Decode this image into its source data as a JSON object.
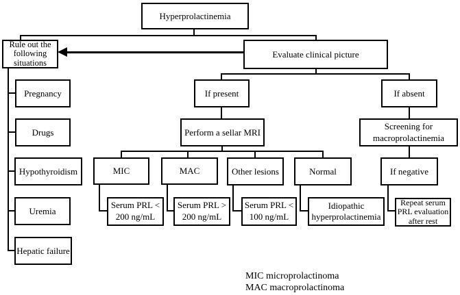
{
  "diagram": {
    "title": "Hyperprolactinemia diagnostic flowchart",
    "nodes": {
      "hyperprolactinemia": "Hyperprolactinemia",
      "rule_out": "Rule out the following situations",
      "evaluate": "Evaluate clinical picture",
      "pregnancy": "Pregnancy",
      "drugs": "Drugs",
      "hypothyroidism": "Hypothyroidism",
      "uremia": "Uremia",
      "hepatic_failure": "Hepatic failure",
      "if_present": "If present",
      "if_absent": "If absent",
      "perform_mri": "Perform a sellar MRI",
      "screening": "Screening for macroprolactinemia",
      "mic": "MIC",
      "mac": "MAC",
      "other_lesions": "Other lesions",
      "normal": "Normal",
      "if_negative": "If negative",
      "serum_mic": "Serum PRL < 200 ng/mL",
      "serum_mac": "Serum PRL > 200 ng/mL",
      "serum_other": "Serum PRL < 100 ng/mL",
      "idiopathic": "Idiopathic hyperprolactinemia",
      "repeat_serum": "Repeat serum PRL evaluation after rest"
    },
    "edges": [
      {
        "from": "hyperprolactinemia",
        "to": "rule_out",
        "type": "line"
      },
      {
        "from": "hyperprolactinemia",
        "to": "evaluate",
        "type": "line"
      },
      {
        "from": "evaluate",
        "to": "rule_out",
        "type": "arrow"
      },
      {
        "from": "rule_out",
        "to": "pregnancy",
        "type": "line"
      },
      {
        "from": "rule_out",
        "to": "drugs",
        "type": "line"
      },
      {
        "from": "rule_out",
        "to": "hypothyroidism",
        "type": "line"
      },
      {
        "from": "rule_out",
        "to": "uremia",
        "type": "line"
      },
      {
        "from": "rule_out",
        "to": "hepatic_failure",
        "type": "line"
      },
      {
        "from": "evaluate",
        "to": "if_present",
        "type": "line"
      },
      {
        "from": "evaluate",
        "to": "if_absent",
        "type": "line"
      },
      {
        "from": "if_present",
        "to": "perform_mri",
        "type": "line"
      },
      {
        "from": "if_absent",
        "to": "screening",
        "type": "line"
      },
      {
        "from": "perform_mri",
        "to": "mic",
        "type": "line"
      },
      {
        "from": "perform_mri",
        "to": "mac",
        "type": "line"
      },
      {
        "from": "perform_mri",
        "to": "other_lesions",
        "type": "line"
      },
      {
        "from": "perform_mri",
        "to": "normal",
        "type": "line"
      },
      {
        "from": "screening",
        "to": "if_negative",
        "type": "line"
      },
      {
        "from": "mic",
        "to": "serum_mic",
        "type": "line"
      },
      {
        "from": "mac",
        "to": "serum_mac",
        "type": "line"
      },
      {
        "from": "other_lesions",
        "to": "serum_other",
        "type": "line"
      },
      {
        "from": "normal",
        "to": "idiopathic",
        "type": "line"
      },
      {
        "from": "if_negative",
        "to": "repeat_serum",
        "type": "line"
      }
    ],
    "legend": [
      "MIC microprolactinoma",
      "MAC macroprolactinoma"
    ]
  },
  "colors": {
    "line": "#000000",
    "box_border": "#000000",
    "background": "#ffffff",
    "text": "#000000"
  }
}
